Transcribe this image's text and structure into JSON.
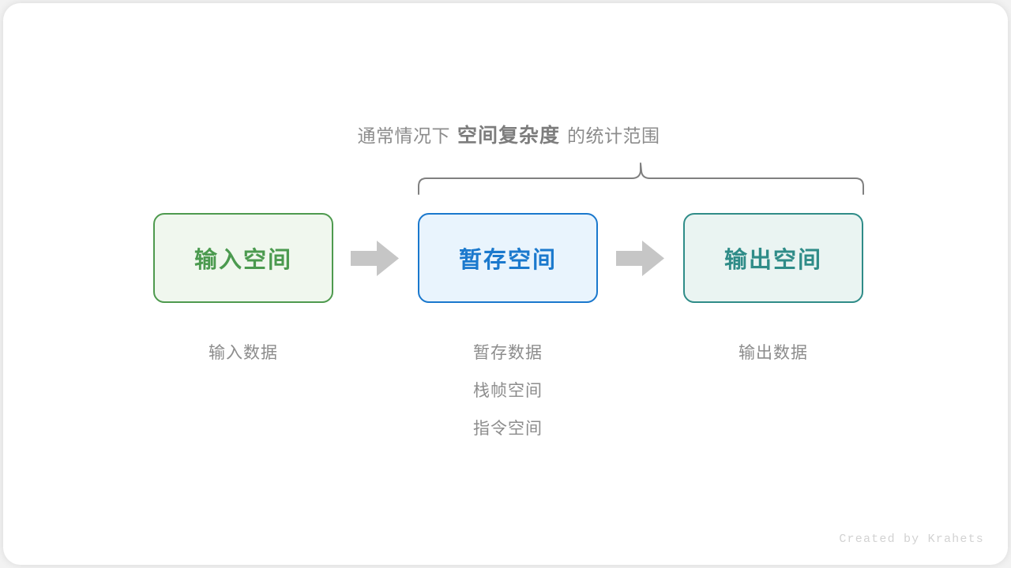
{
  "figure": {
    "caption": {
      "prefix": "通常情况下",
      "emphasis": "空间复杂度",
      "suffix": "的统计范围"
    },
    "brace": {
      "label": "space-complexity-scope-brace",
      "color": "#808080",
      "spans": [
        "暂存空间",
        "输出空间"
      ]
    },
    "boxes": [
      {
        "id": "input-space",
        "label": "输入空间",
        "border_color": "#4e9a4e",
        "fill_color": "#f0f7ee",
        "text_color": "#4b9a4f",
        "sublabels": [
          "输入数据"
        ]
      },
      {
        "id": "temp-space",
        "label": "暂存空间",
        "border_color": "#1a78cd",
        "fill_color": "#e9f4fd",
        "text_color": "#1b79cd",
        "sublabels": [
          "暂存数据",
          "栈帧空间",
          "指令空间"
        ]
      },
      {
        "id": "output-space",
        "label": "输出空间",
        "border_color": "#2f8c88",
        "fill_color": "#eaf4f2",
        "text_color": "#2f8c88",
        "sublabels": [
          "输出数据"
        ]
      }
    ],
    "arrows": [
      {
        "id": "arrow-input-to-temp",
        "color": "#c6c6c6"
      },
      {
        "id": "arrow-temp-to-output",
        "color": "#c6c6c6"
      }
    ],
    "watermark": "Created by Krahets"
  }
}
